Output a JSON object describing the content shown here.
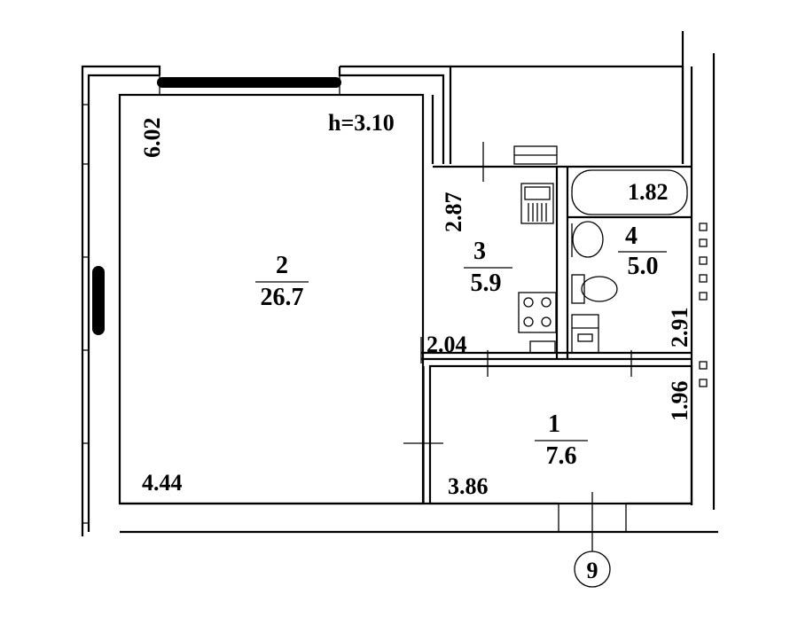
{
  "plan": {
    "ceiling_height": "h=3.10",
    "axis_marker": "9",
    "rooms": [
      {
        "number": "1",
        "area": "7.6"
      },
      {
        "number": "2",
        "area": "26.7"
      },
      {
        "number": "3",
        "area": "5.9"
      },
      {
        "number": "4",
        "area": "5.0"
      }
    ],
    "bathtub_area": "1.82",
    "dimensions": {
      "room2_height": "6.02",
      "room2_width": "4.44",
      "kitchen_height": "2.87",
      "kitchen_width": "2.04",
      "bath_height": "2.91",
      "hall_height": "1.96",
      "hall_width": "3.86"
    }
  }
}
